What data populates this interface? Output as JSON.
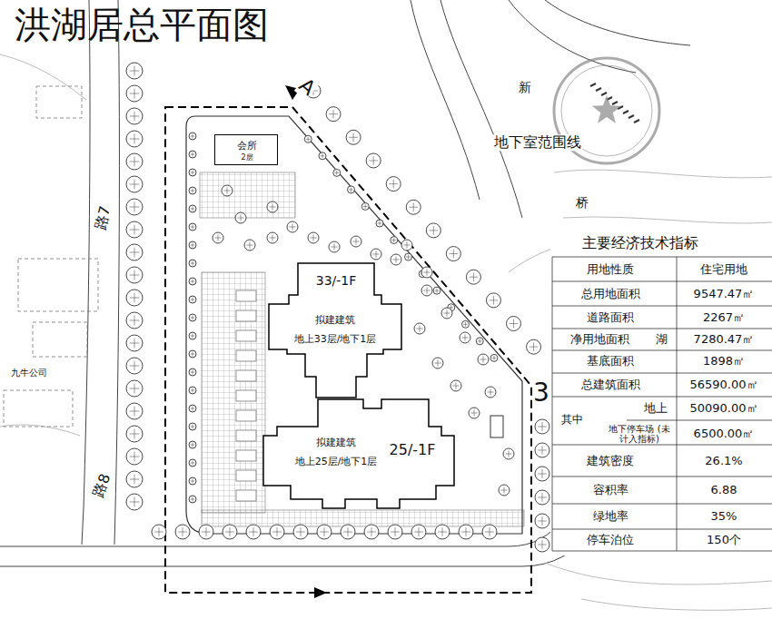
{
  "diagram": {
    "title": "洪湖居总平面图",
    "nodes": [
      {
        "text": [
          "会所",
          "2层"
        ]
      },
      {
        "text": [
          "33/-1F",
          "拟建建筑",
          "地上33层/地下1层"
        ]
      },
      {
        "text": [
          "拟建建筑",
          "地上25层/地下1层",
          "25/-1F"
        ]
      }
    ],
    "labels": [
      "新",
      "地下室范围线",
      "桥",
      "湖",
      "其中",
      "A",
      "3",
      "路7",
      "路8",
      "九牛公司",
      "主要经济技术指标",
      "用地性质",
      "住宅用地",
      "总用地面积",
      "9547.47㎡",
      "道路面积",
      "2267㎡",
      "净用地面积",
      "7280.47㎡",
      "基底面积",
      "1898㎡",
      "总建筑面积",
      "56590.00㎡",
      "地上",
      "50090.00㎡",
      "地下停车场 (未计入指标)",
      "6500.00㎡",
      "建筑密度",
      "26.1%",
      "容积率",
      "6.88",
      "绿地率",
      "35%",
      "停车泊位",
      "150个"
    ]
  }
}
